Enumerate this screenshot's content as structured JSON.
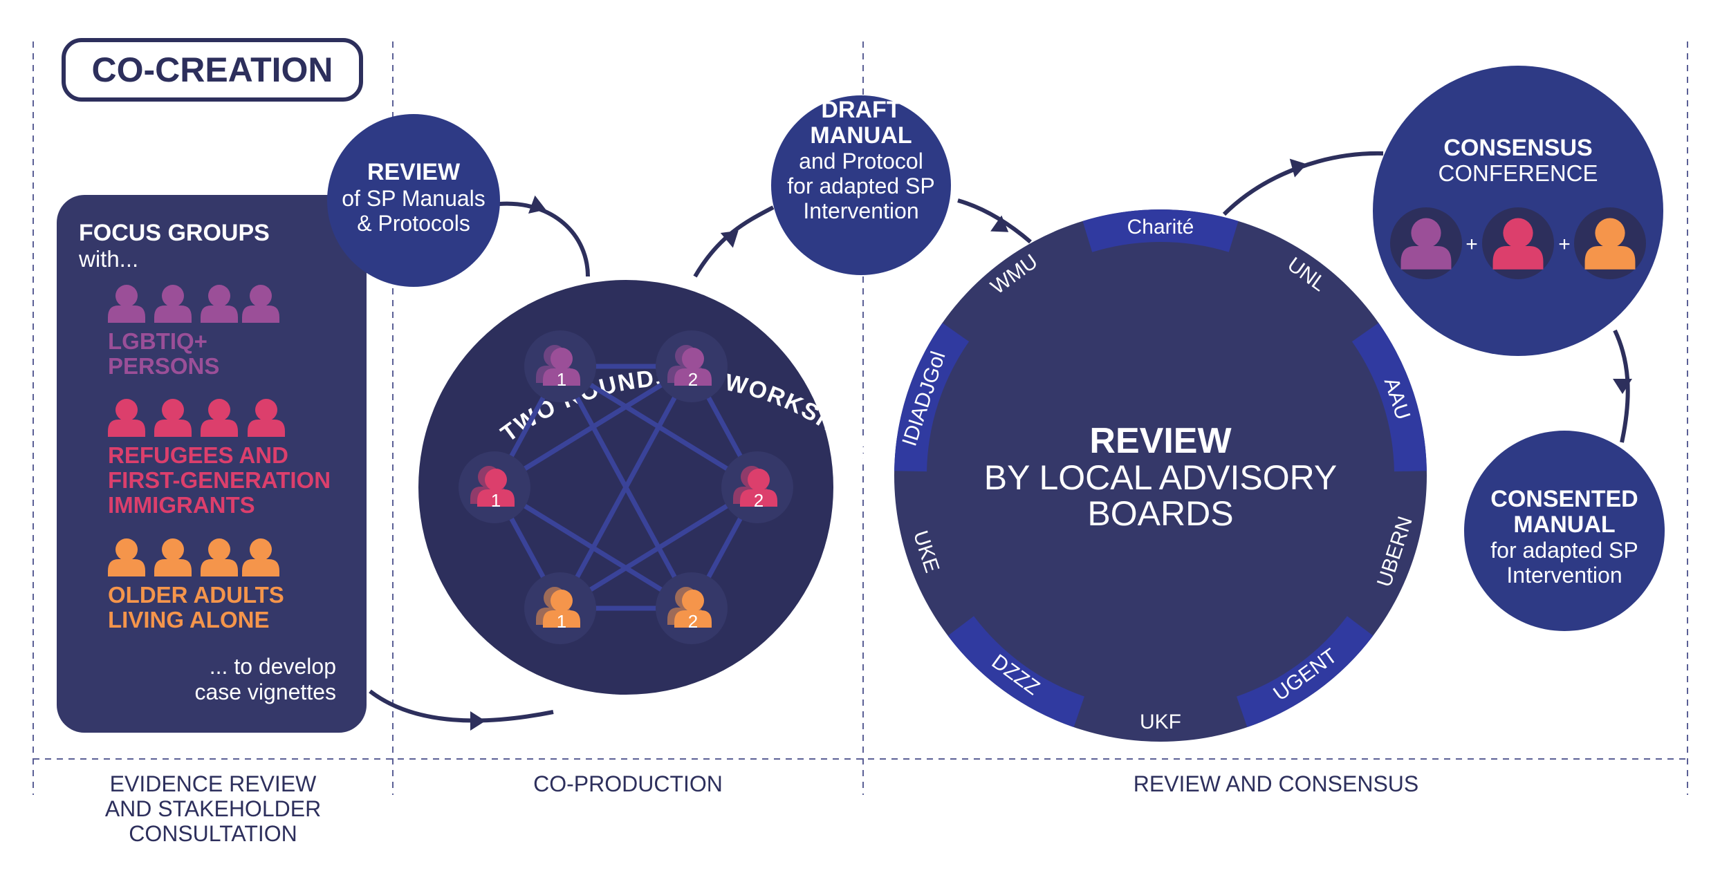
{
  "badge": "CO-CREATION",
  "colors": {
    "navy": "#353869",
    "blue": "#2e3a85",
    "dark": "#2d2f5c",
    "rim": "#303aa0",
    "purple": "#9b4f98",
    "pink": "#dc3f6c",
    "orange": "#f5954b",
    "dash": "#5a5f95"
  },
  "review_top": {
    "title": "REVIEW",
    "line1": "of SP Manuals",
    "line2": "& Protocols"
  },
  "focus": {
    "title": "FOCUS GROUPS",
    "subtitle": "with...",
    "groups": [
      {
        "line1": "LGBTIQ+",
        "line2": "PERSONS",
        "line3": "",
        "color": "#9b4f98"
      },
      {
        "line1": "REFUGEES AND",
        "line2": "FIRST-GENERATION",
        "line3": "IMMIGRANTS",
        "color": "#dc3f6c"
      },
      {
        "line1": "OLDER ADULTS",
        "line2": "LIVING ALONE",
        "line3": "",
        "color": "#f5954b"
      }
    ],
    "footer1": "... to develop",
    "footer2": "case vignettes"
  },
  "workshops": {
    "title": "TWO ROUNDS OF WORKSHOPS",
    "nodes": [
      {
        "label": "1",
        "color": "#9b4f98"
      },
      {
        "label": "2",
        "color": "#9b4f98"
      },
      {
        "label": "1",
        "color": "#dc3f6c"
      },
      {
        "label": "2",
        "color": "#dc3f6c"
      },
      {
        "label": "1",
        "color": "#f5954b"
      },
      {
        "label": "2",
        "color": "#f5954b"
      }
    ]
  },
  "draft": {
    "title1": "DRAFT",
    "title2": "MANUAL",
    "line1": "and Protocol",
    "line2": "for adapted SP",
    "line3": "Intervention"
  },
  "advisory": {
    "title": "REVIEW",
    "line1": "BY LOCAL ADVISORY",
    "line2": "BOARDS",
    "boards": [
      "Charité",
      "UNL",
      "AAU",
      "UBERN",
      "UGENT",
      "UKF",
      "DZZZ",
      "UKE",
      "IDIADJGol",
      "WMU"
    ]
  },
  "consensus": {
    "title": "CONSENSUS",
    "subtitle": "CONFERENCE",
    "plus": "+"
  },
  "consented": {
    "title1": "CONSENTED",
    "title2": "MANUAL",
    "line1": "for adapted SP",
    "line2": "Intervention"
  },
  "phases": {
    "p1_l1": "EVIDENCE REVIEW",
    "p1_l2": "AND STAKEHOLDER",
    "p1_l3": "CONSULTATION",
    "p2": "CO-PRODUCTION",
    "p3": "REVIEW AND CONSENSUS"
  }
}
